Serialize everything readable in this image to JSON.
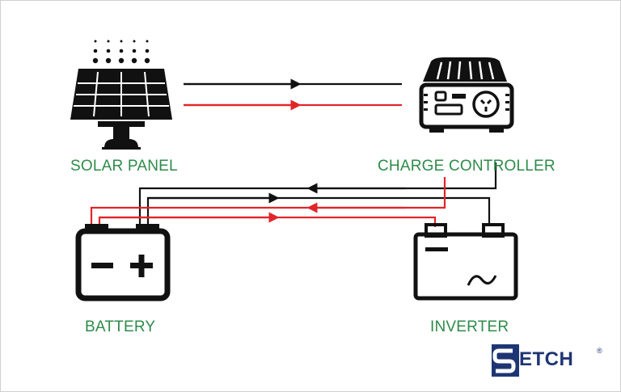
{
  "labels": {
    "solar_panel": "SOLAR PANEL",
    "charge_controller": "CHARGE CONTROLLER",
    "battery": "BATTERY",
    "inverter": "INVERTER"
  },
  "logo": {
    "text": "ETCH",
    "registered": "®"
  },
  "colors": {
    "label": "#2e8b4a",
    "wire_negative": "#111111",
    "wire_positive": "#e0262a",
    "icon": "#111111",
    "logo_navy": "#1f3573"
  }
}
